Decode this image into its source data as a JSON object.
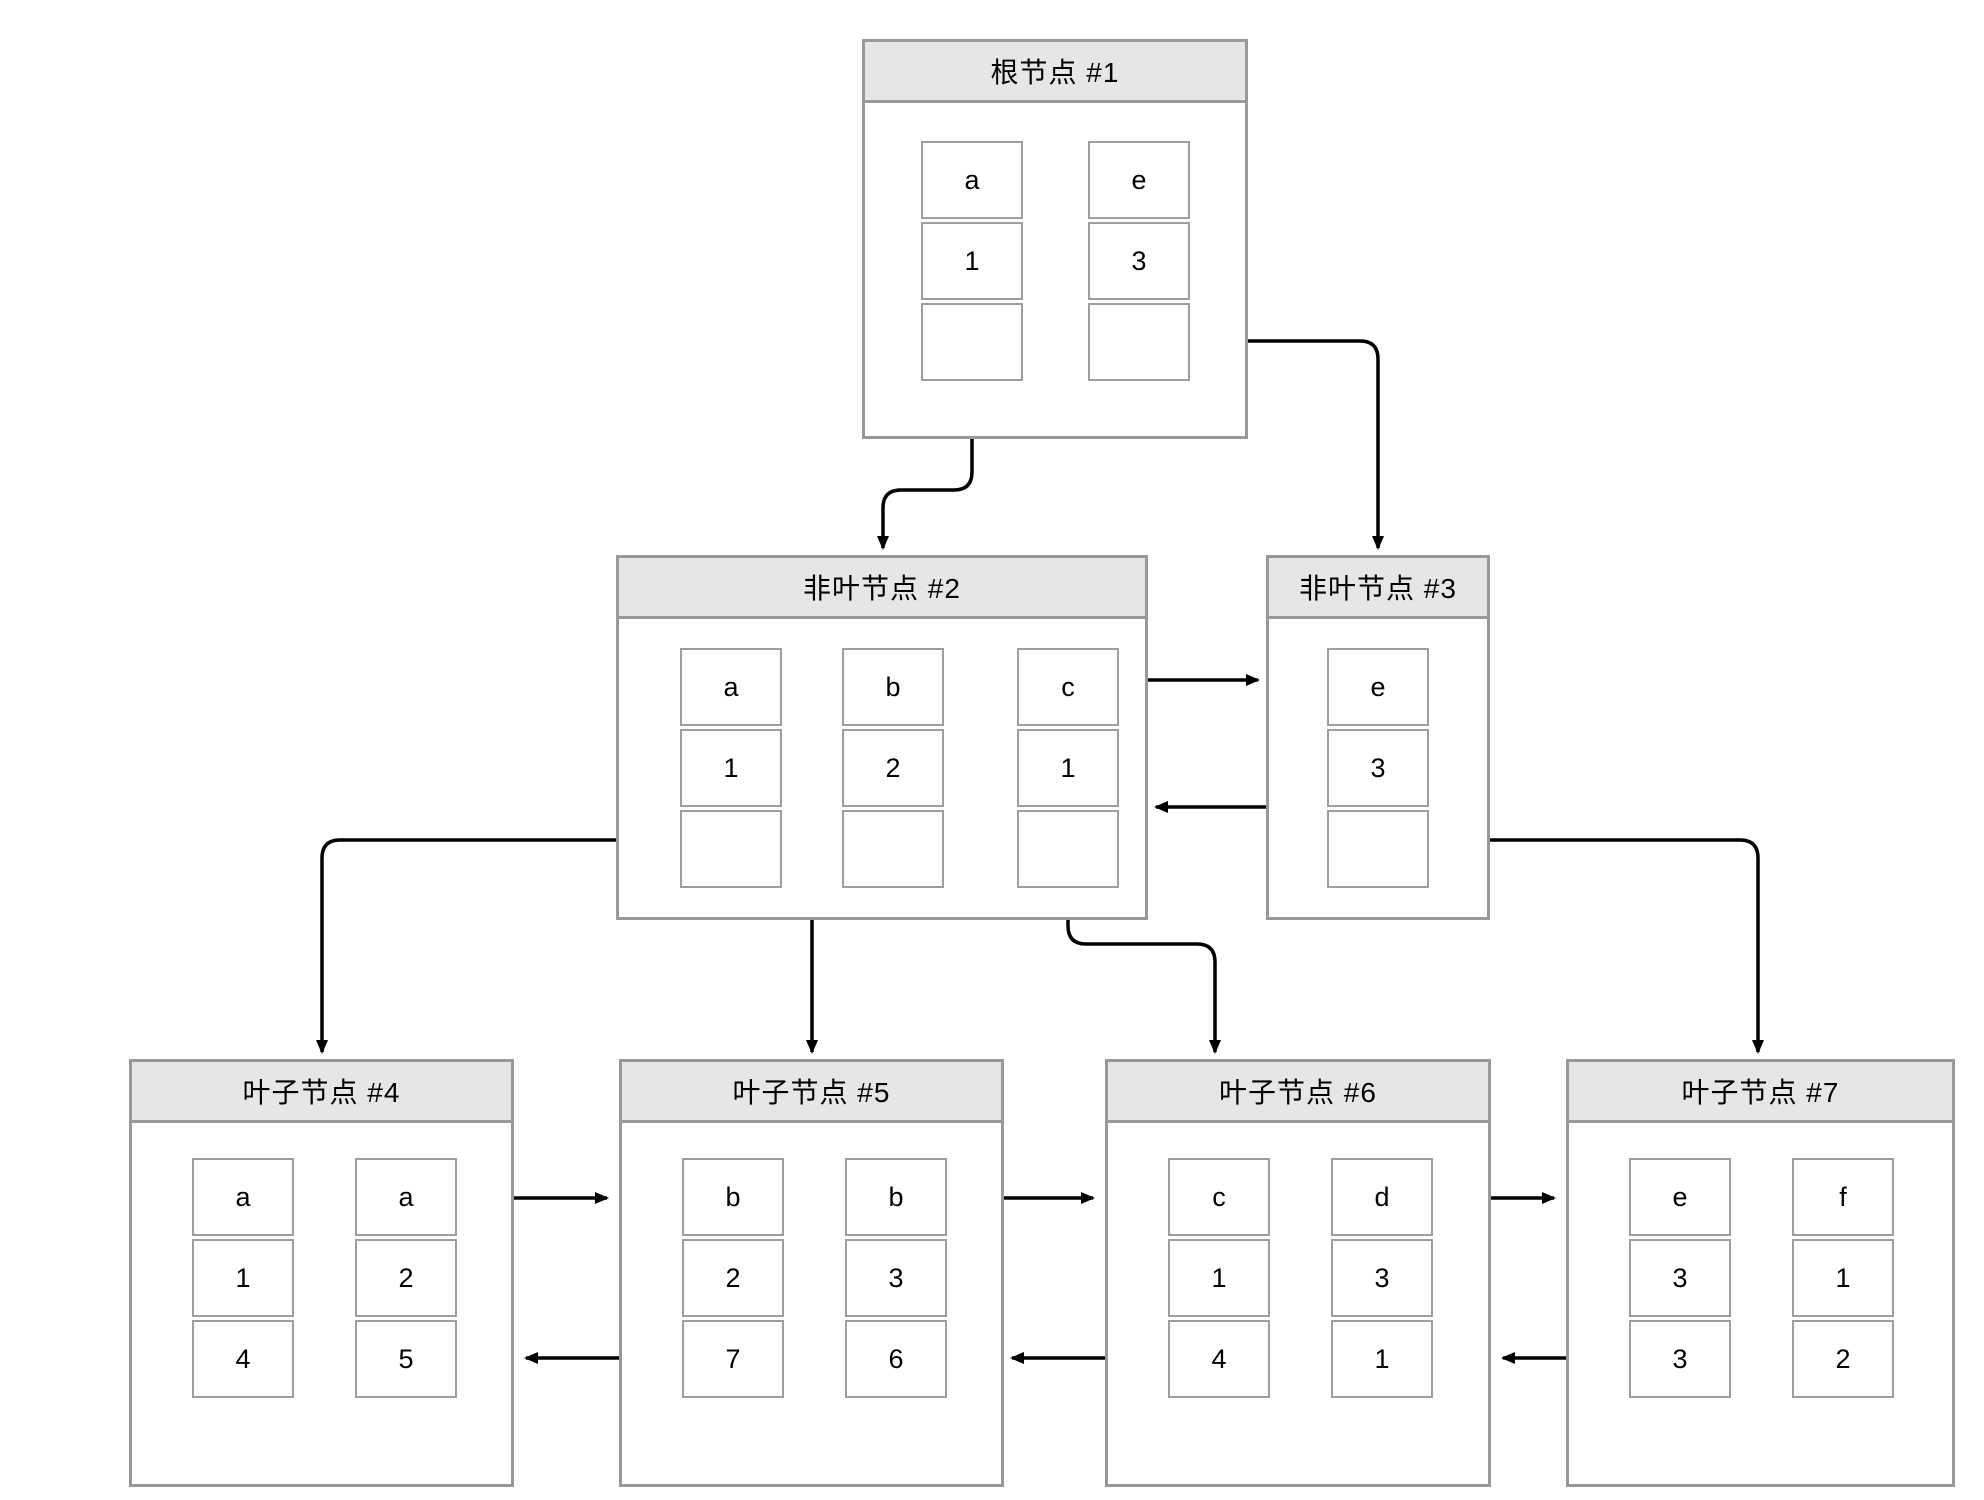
{
  "diagram": {
    "kind": "b-plus-tree",
    "colors": {
      "background": "#ffffff",
      "node_border": "#999999",
      "cell_border": "#9e9e9e",
      "header_fill": "#e6e6e6",
      "arrow": "#000000",
      "text": "#000000"
    },
    "nodes": [
      {
        "title": "根节点 #1",
        "cells": [
          {
            "rows": [
              "a",
              "1",
              ""
            ]
          },
          {
            "rows": [
              "e",
              "3",
              ""
            ]
          }
        ]
      },
      {
        "title": "非叶节点 #2",
        "cells": [
          {
            "rows": [
              "a",
              "1",
              ""
            ]
          },
          {
            "rows": [
              "b",
              "2",
              ""
            ]
          },
          {
            "rows": [
              "c",
              "1",
              ""
            ]
          }
        ]
      },
      {
        "title": "非叶节点 #3",
        "cells": [
          {
            "rows": [
              "e",
              "3",
              ""
            ]
          }
        ]
      },
      {
        "title": "叶子节点 #4",
        "cells": [
          {
            "rows": [
              "a",
              "1",
              "4"
            ]
          },
          {
            "rows": [
              "a",
              "2",
              "5"
            ]
          }
        ]
      },
      {
        "title": "叶子节点 #5",
        "cells": [
          {
            "rows": [
              "b",
              "2",
              "7"
            ]
          },
          {
            "rows": [
              "b",
              "3",
              "6"
            ]
          }
        ]
      },
      {
        "title": "叶子节点 #6",
        "cells": [
          {
            "rows": [
              "c",
              "1",
              "4"
            ]
          },
          {
            "rows": [
              "d",
              "3",
              "1"
            ]
          }
        ]
      },
      {
        "title": "叶子节点 #7",
        "cells": [
          {
            "rows": [
              "e",
              "3",
              "3"
            ]
          },
          {
            "rows": [
              "f",
              "1",
              "2"
            ]
          }
        ]
      }
    ]
  }
}
